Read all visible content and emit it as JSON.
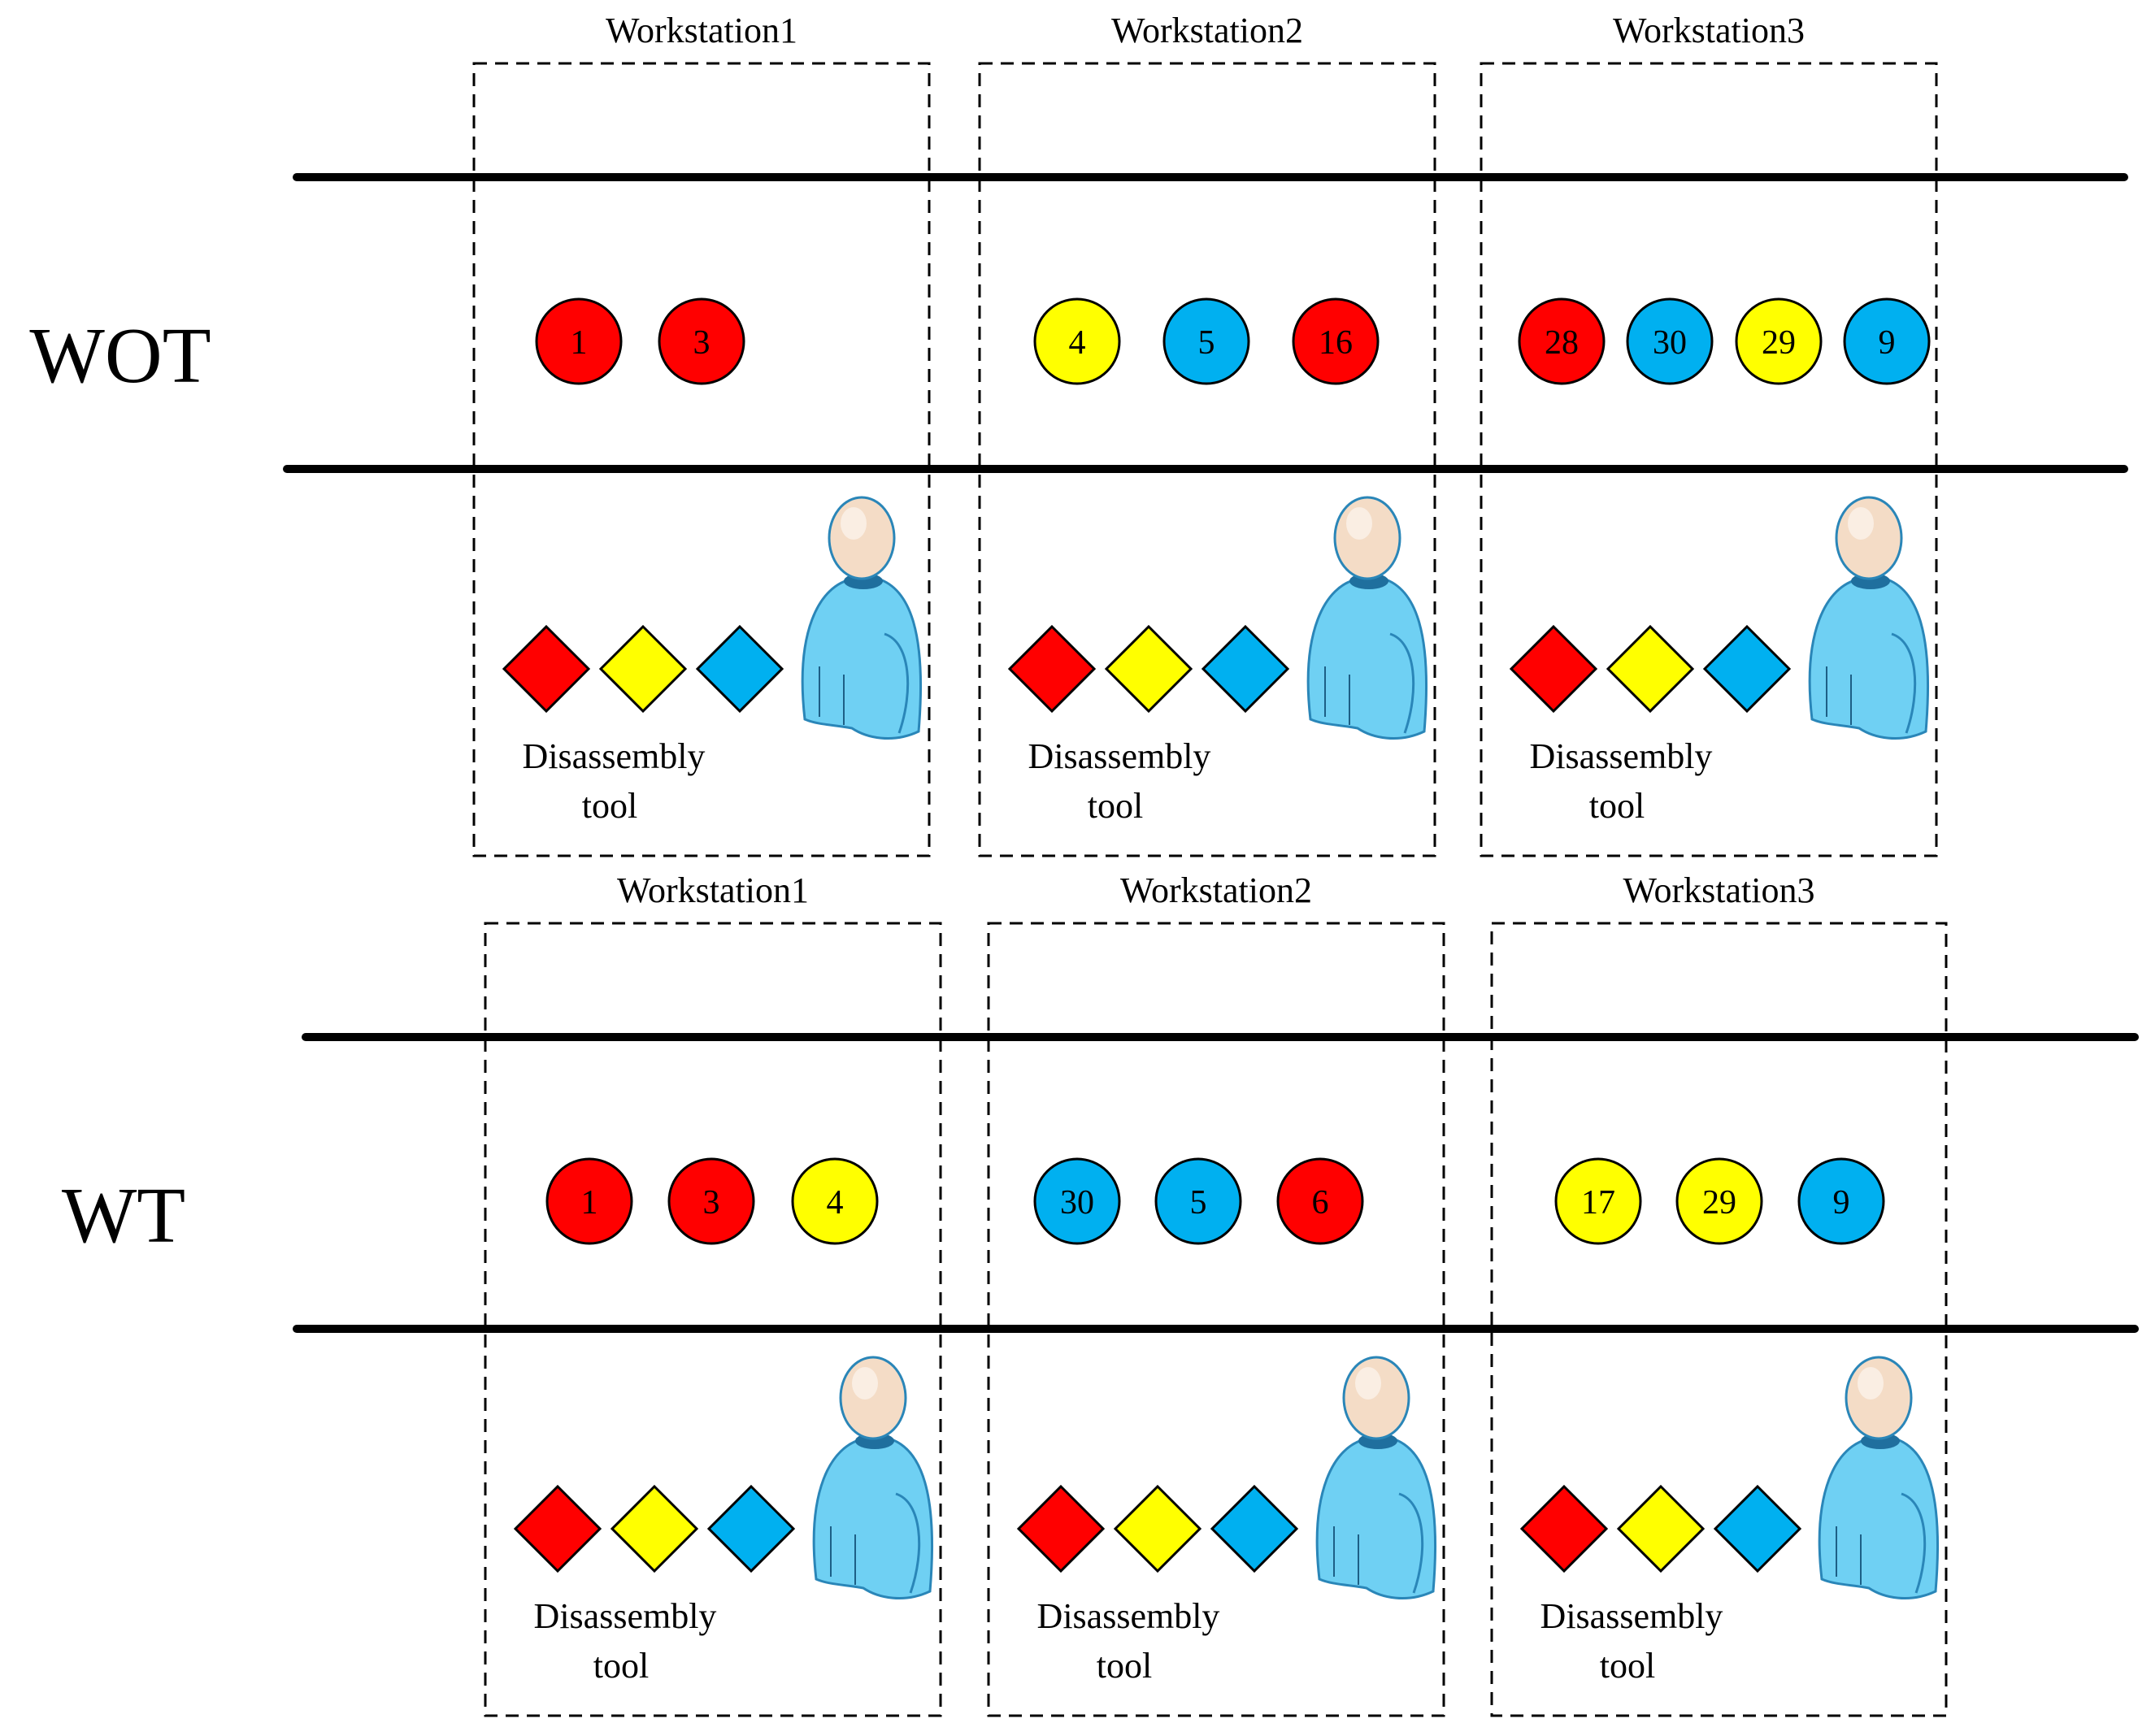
{
  "colors": {
    "red": "#ff0000",
    "yellow": "#ffff00",
    "blue": "#00b0f0",
    "line": "#000000",
    "person_body": "#6fd0f3",
    "person_head": "#f4dcc6"
  },
  "rows": [
    {
      "label": "WOT",
      "workstations": [
        {
          "title": "Workstation1",
          "tasks": [
            {
              "id": "1",
              "color": "red"
            },
            {
              "id": "3",
              "color": "red"
            }
          ],
          "tool_label_line1": "Disassembly",
          "tool_label_line2": "tool",
          "tools": [
            "red",
            "yellow",
            "blue"
          ],
          "operator_icon": "operator-person-icon"
        },
        {
          "title": "Workstation2",
          "tasks": [
            {
              "id": "4",
              "color": "yellow"
            },
            {
              "id": "5",
              "color": "blue"
            },
            {
              "id": "16",
              "color": "red"
            }
          ],
          "tool_label_line1": "Disassembly",
          "tool_label_line2": "tool",
          "tools": [
            "red",
            "yellow",
            "blue"
          ],
          "operator_icon": "operator-person-icon"
        },
        {
          "title": "Workstation3",
          "tasks": [
            {
              "id": "28",
              "color": "red"
            },
            {
              "id": "30",
              "color": "blue"
            },
            {
              "id": "29",
              "color": "yellow"
            },
            {
              "id": "9",
              "color": "blue"
            }
          ],
          "tool_label_line1": "Disassembly",
          "tool_label_line2": "tool",
          "tools": [
            "red",
            "yellow",
            "blue"
          ],
          "operator_icon": "operator-person-icon"
        }
      ]
    },
    {
      "label": "WT",
      "workstations": [
        {
          "title": "Workstation1",
          "tasks": [
            {
              "id": "1",
              "color": "red"
            },
            {
              "id": "3",
              "color": "red"
            },
            {
              "id": "4",
              "color": "yellow"
            }
          ],
          "tool_label_line1": "Disassembly",
          "tool_label_line2": "tool",
          "tools": [
            "red",
            "yellow",
            "blue"
          ],
          "operator_icon": "operator-person-icon"
        },
        {
          "title": "Workstation2",
          "tasks": [
            {
              "id": "30",
              "color": "blue"
            },
            {
              "id": "5",
              "color": "blue"
            },
            {
              "id": "6",
              "color": "red"
            }
          ],
          "tool_label_line1": "Disassembly",
          "tool_label_line2": "tool",
          "tools": [
            "red",
            "yellow",
            "blue"
          ],
          "operator_icon": "operator-person-icon"
        },
        {
          "title": "Workstation3",
          "tasks": [
            {
              "id": "17",
              "color": "yellow"
            },
            {
              "id": "29",
              "color": "yellow"
            },
            {
              "id": "9",
              "color": "blue"
            }
          ],
          "tool_label_line1": "Disassembly",
          "tool_label_line2": "tool",
          "tools": [
            "red",
            "yellow",
            "blue"
          ],
          "operator_icon": "operator-person-icon"
        }
      ]
    }
  ]
}
